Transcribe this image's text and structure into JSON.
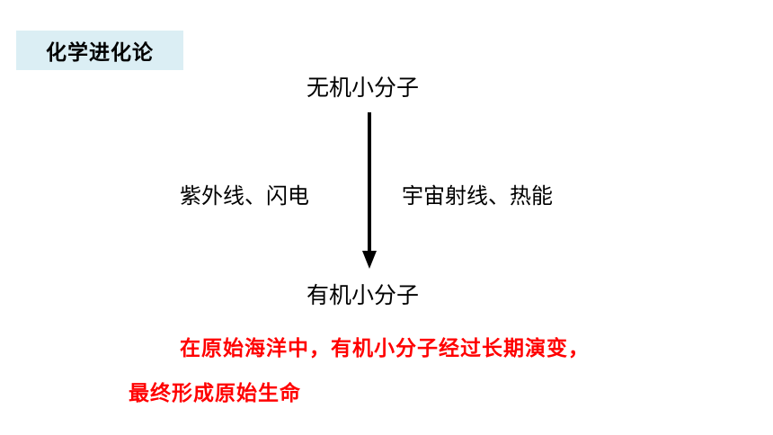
{
  "title": "化学进化论",
  "diagram": {
    "top_node": "无机小分子",
    "bottom_node": "有机小分子",
    "left_label": "紫外线、闪电",
    "right_label": "宇宙射线、热能"
  },
  "summary": {
    "line1": "在原始海洋中，有机小分子经过长期演变，",
    "line2": "最终形成原始生命"
  },
  "colors": {
    "title_bg": "#dbeef4",
    "summary_text": "#ff0000"
  }
}
